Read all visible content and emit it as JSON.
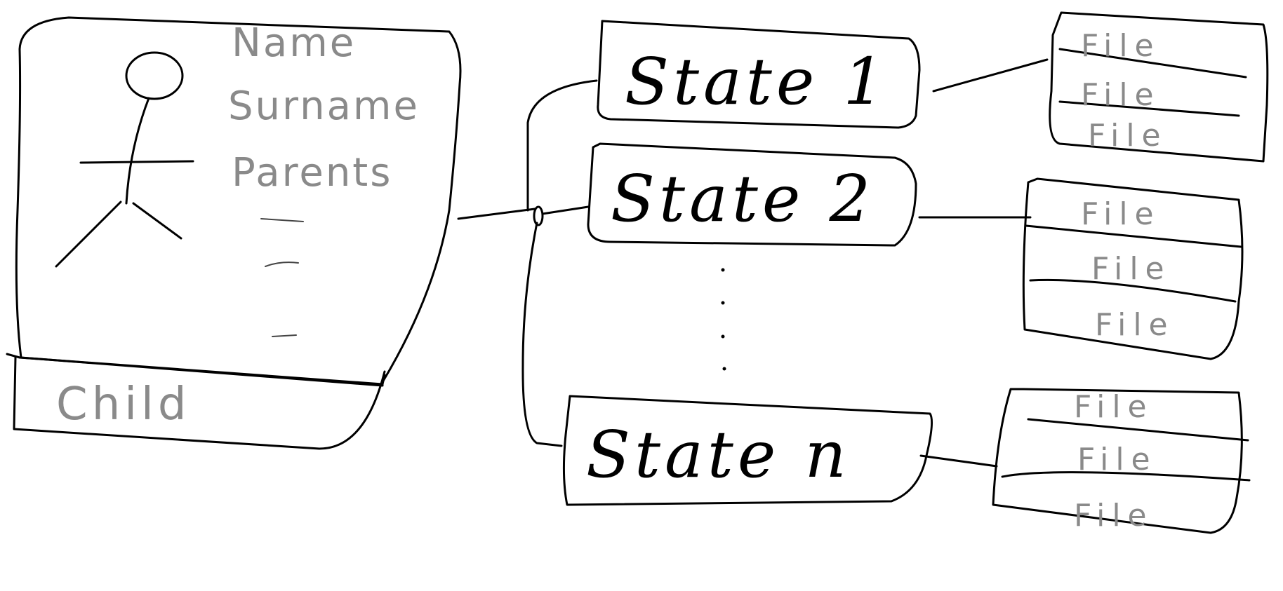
{
  "person_card": {
    "fields": [
      "Name",
      "Surname",
      "Parents"
    ],
    "child_label": "Child"
  },
  "states": [
    {
      "label": "State 1",
      "files": [
        "File",
        "File",
        "File"
      ]
    },
    {
      "label": "State 2",
      "files": [
        "File",
        "File",
        "File"
      ]
    },
    {
      "label": "State n",
      "files": [
        "File",
        "File",
        "File"
      ]
    }
  ],
  "connector": {
    "ellipsis": "⋮"
  }
}
